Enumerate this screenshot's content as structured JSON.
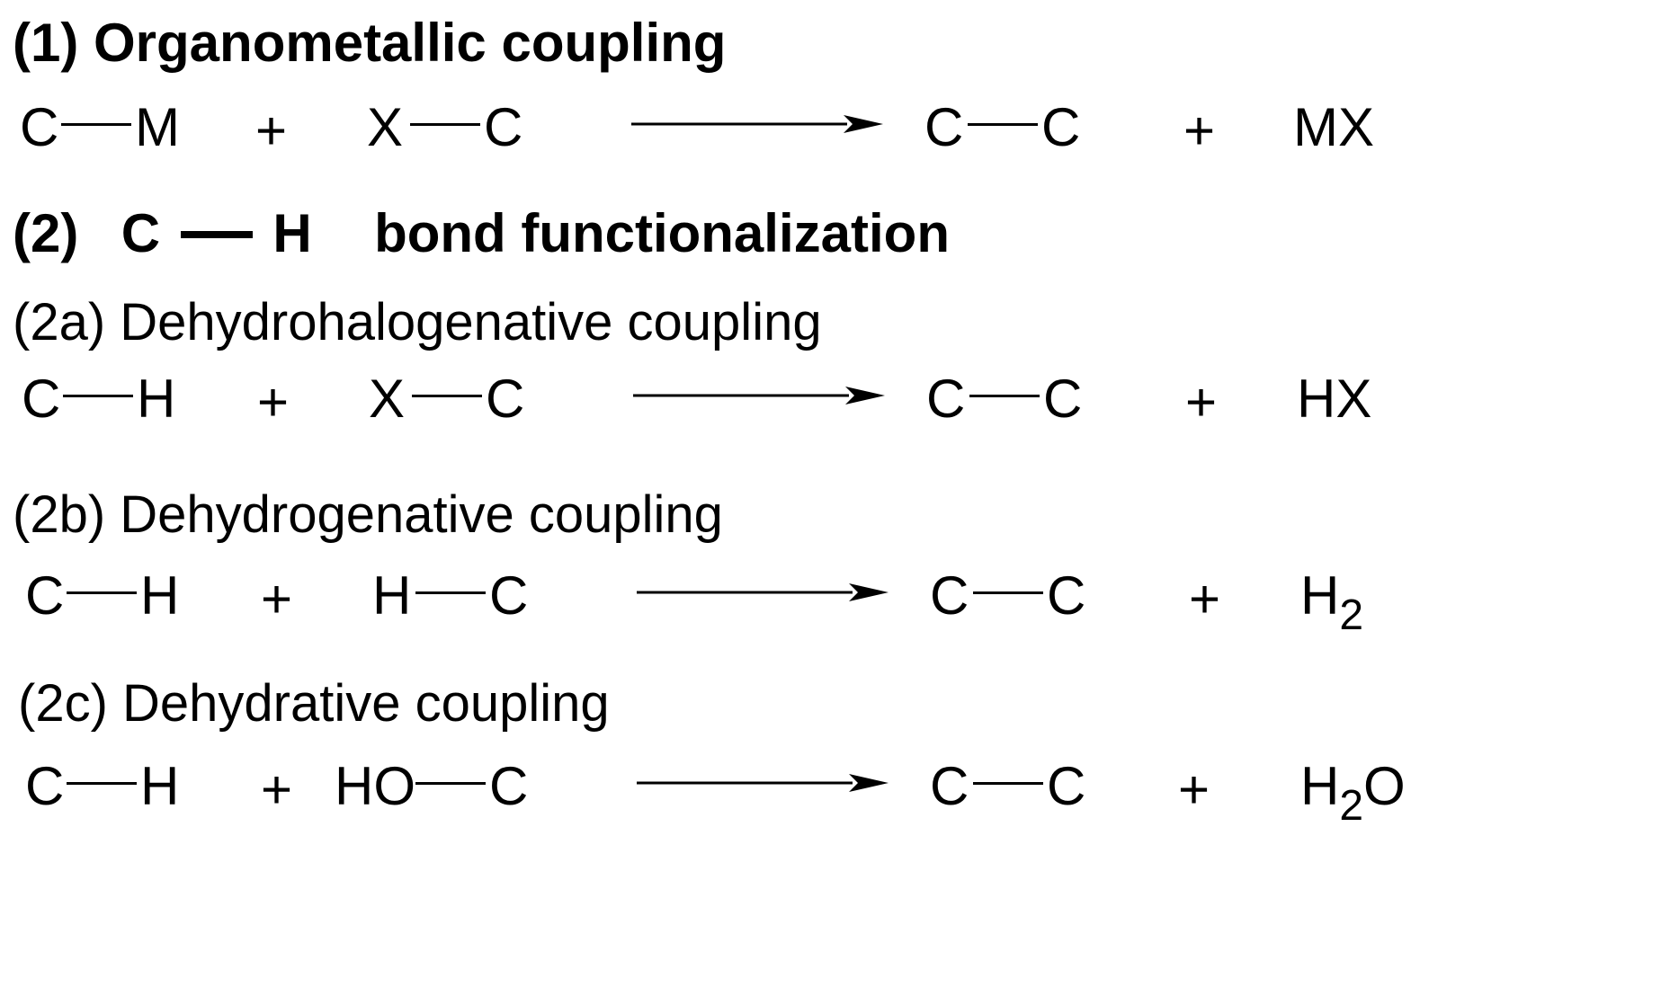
{
  "sections": {
    "s1": {
      "num": "(1)",
      "title": "Organometallic coupling"
    },
    "s2": {
      "num": "(2)",
      "atom_c": "C",
      "atom_h": "H",
      "title": "bond functionalization"
    },
    "s2a": {
      "title": "(2a) Dehydrohalogenative coupling"
    },
    "s2b": {
      "title": "(2b) Dehydrogenative coupling"
    },
    "s2c": {
      "title": "(2c) Dehydrative coupling"
    }
  },
  "reactions": {
    "r1": {
      "r1a": "C",
      "r1b": "M",
      "plus1": "+",
      "r2a": "X",
      "r2b": "C",
      "p1a": "C",
      "p1b": "C",
      "plus2": "+",
      "byproduct": "MX"
    },
    "r2a": {
      "r1a": "C",
      "r1b": "H",
      "plus1": "+",
      "r2a": "X",
      "r2b": "C",
      "p1a": "C",
      "p1b": "C",
      "plus2": "+",
      "byproduct": "HX"
    },
    "r2b": {
      "r1a": "C",
      "r1b": "H",
      "plus1": "+",
      "r2a": "H",
      "r2b": "C",
      "p1a": "C",
      "p1b": "C",
      "plus2": "+",
      "byproduct_main": "H",
      "byproduct_sub": "2"
    },
    "r2c": {
      "r1a": "C",
      "r1b": "H",
      "plus1": "+",
      "r2a": "HO",
      "r2b": "C",
      "p1a": "C",
      "p1b": "C",
      "plus2": "+",
      "byproduct_main": "H",
      "byproduct_sub": "2",
      "byproduct_tail": "O"
    }
  }
}
